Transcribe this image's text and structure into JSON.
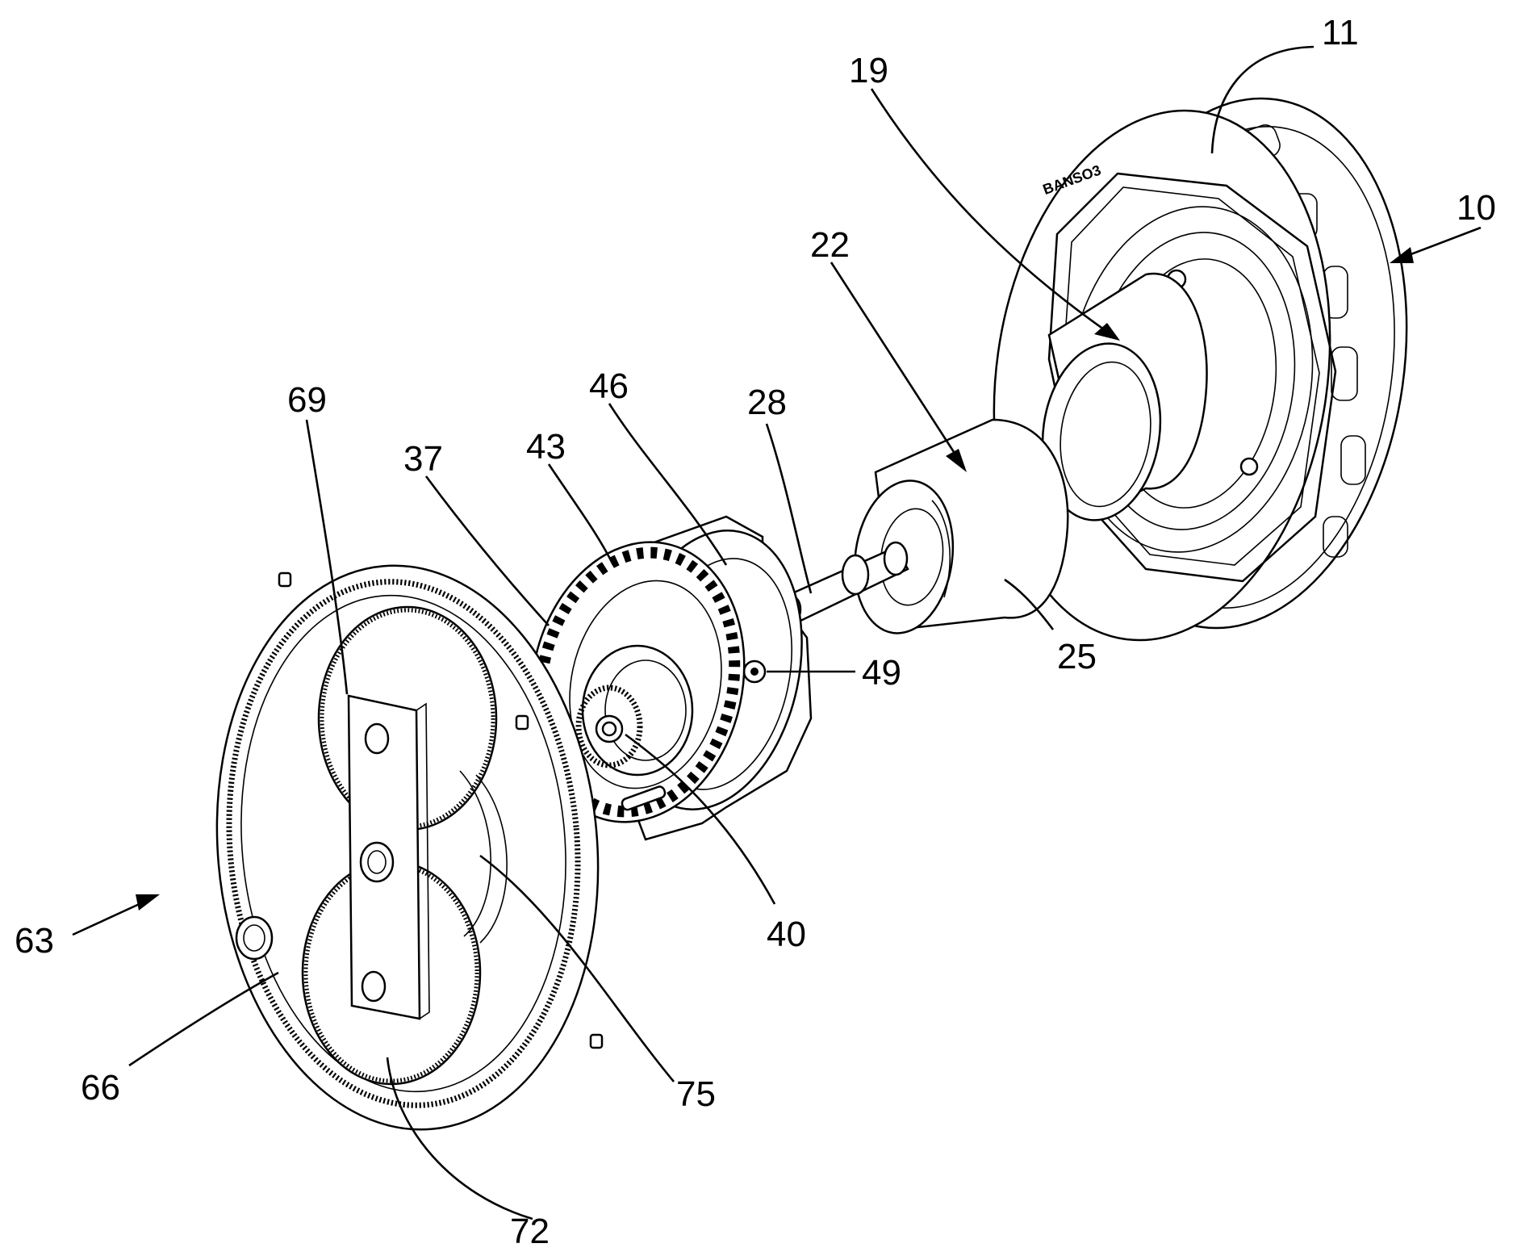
{
  "figure": {
    "labels": {
      "ref_10": "10",
      "ref_11": "11",
      "ref_19": "19",
      "ref_22": "22",
      "ref_25": "25",
      "ref_28": "28",
      "ref_37": "37",
      "ref_40": "40",
      "ref_43": "43",
      "ref_46": "46",
      "ref_49": "49",
      "ref_63": "63",
      "ref_66": "66",
      "ref_69": "69",
      "ref_72": "72",
      "ref_75": "75"
    },
    "hub_marking": "BANSO3"
  }
}
